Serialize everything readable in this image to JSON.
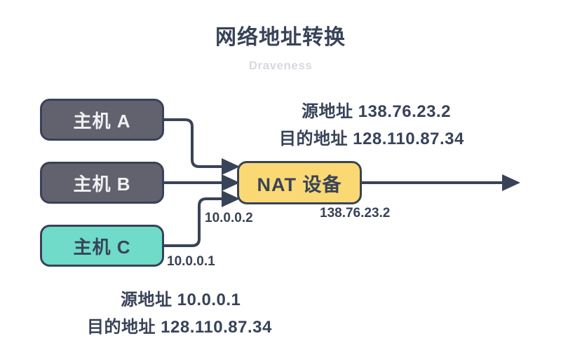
{
  "header": {
    "title": "网络地址转换",
    "subtitle": "Draveness"
  },
  "nodes": {
    "host_a": {
      "label": "主机 A",
      "fill": "#62626e",
      "text_color": "#f0f1f4"
    },
    "host_b": {
      "label": "主机 B",
      "fill": "#62626e",
      "text_color": "#f0f1f4"
    },
    "host_c": {
      "label": "主机 C",
      "fill": "#6fdbc8",
      "text_color": "#384358"
    },
    "nat": {
      "label": "NAT 设备",
      "fill": "#fad974",
      "text_color": "#384358"
    }
  },
  "labels": {
    "host_c_ip": "10.0.0.1",
    "host_a_ip": "10.0.0.2",
    "nat_public_ip": "138.76.23.2"
  },
  "packets": {
    "outbound": {
      "source": "源地址 138.76.23.2",
      "destination": "目的地址 128.110.87.34"
    },
    "inbound": {
      "source": "源地址 10.0.0.1",
      "destination": "目的地址 128.110.87.34"
    }
  },
  "colors": {
    "ink": "#384358",
    "gray_node": "#62626e",
    "teal_node": "#6fdbc8",
    "yellow_node": "#fad974",
    "subtitle_gray": "#d6d9e1",
    "background": "#ffffff"
  }
}
